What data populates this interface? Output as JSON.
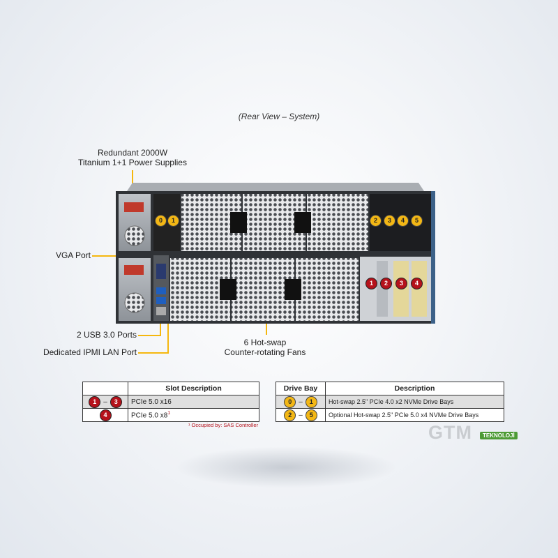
{
  "caption": "(Rear View – System)",
  "callouts": {
    "psu_line1": "Redundant 2000W",
    "psu_line2": "Titanium 1+1 Power Supplies",
    "vga": "VGA Port",
    "usb": "2 USB 3.0 Ports",
    "ipmi": "Dedicated IPMI LAN Port",
    "fans_line1": "6 Hot-swap",
    "fans_line2": "Counter-rotating Fans"
  },
  "chassis_markers": {
    "drive_bays": [
      "0",
      "1",
      "2",
      "3",
      "4",
      "5"
    ],
    "pcie_slots": [
      "1",
      "2",
      "3",
      "4"
    ]
  },
  "slot_table": {
    "header_blank": "",
    "header": "Slot Description",
    "rows": [
      {
        "from": "1",
        "to": "3",
        "description": "PCIe 5.0 x16",
        "note": ""
      },
      {
        "from": "4",
        "to": "",
        "description": "PCIe 5.0 x8",
        "note": "1"
      }
    ],
    "footnote": "¹ Occupied by: SAS Controller"
  },
  "drive_table": {
    "header_bay": "Drive Bay",
    "header_desc": "Description",
    "rows": [
      {
        "from": "0",
        "to": "1",
        "description": "Hot-swap 2.5\" PCIe 4.0 x2 NVMe Drive Bays"
      },
      {
        "from": "2",
        "to": "5",
        "description": "Optional Hot-swap 2.5\" PCIe 5.0 x4 NVMe Drive Bays"
      }
    ]
  },
  "logo": {
    "text": "GTM",
    "badge": "TEKNOLOJİ"
  },
  "colors": {
    "accent_yellow": "#f5b70e",
    "slot_red": "#b5121b",
    "drive_yellow": "#f3b715",
    "chassis": "#3a3d42"
  }
}
